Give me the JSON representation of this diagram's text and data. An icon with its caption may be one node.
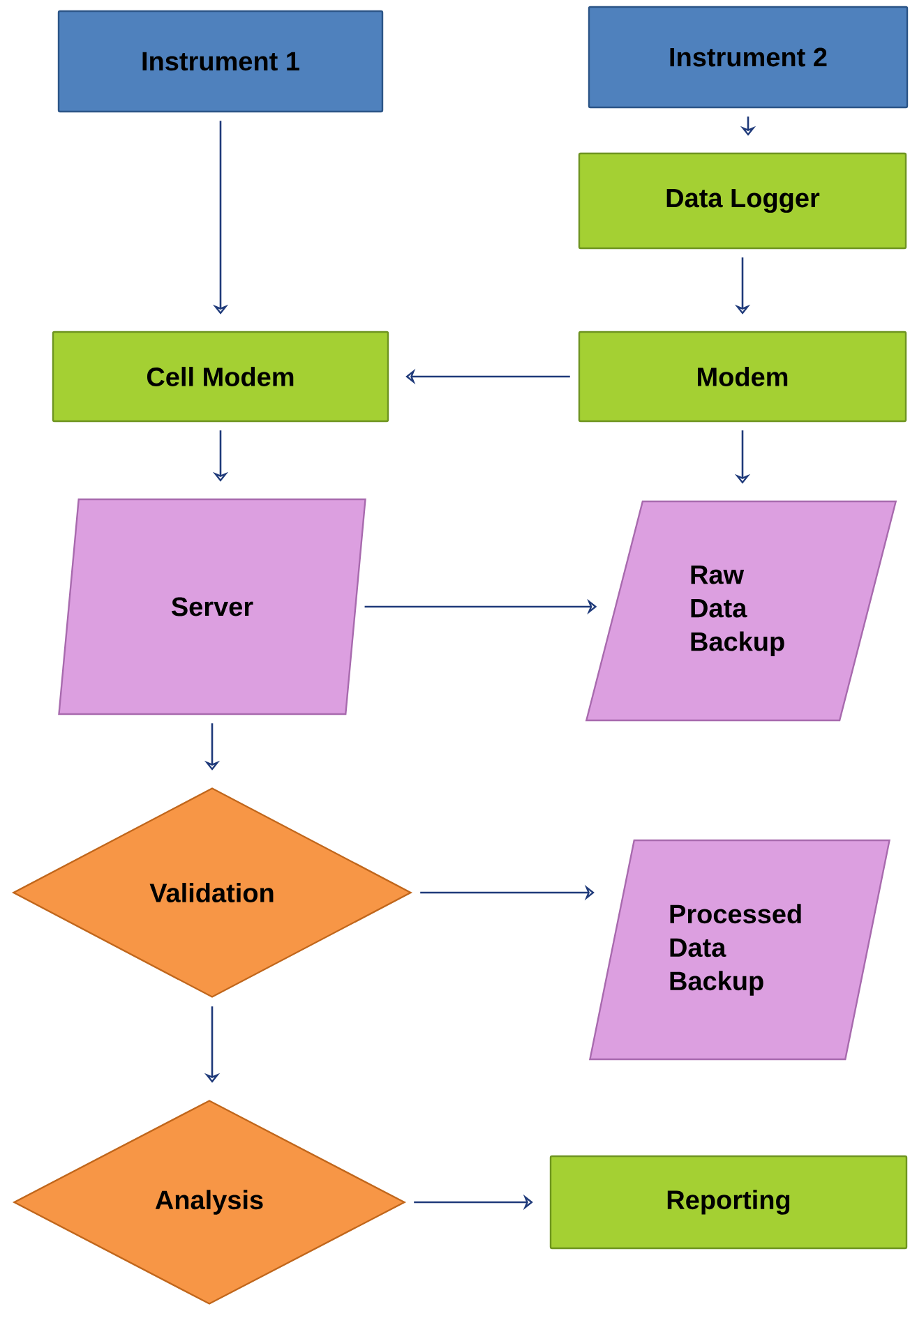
{
  "diagram": {
    "nodes": [
      {
        "text": [
          "Instrument 1"
        ]
      },
      {
        "text": [
          "Instrument 2"
        ]
      },
      {
        "text": [
          "Data Logger"
        ]
      },
      {
        "text": [
          "Cell Modem"
        ]
      },
      {
        "text": [
          "Modem"
        ]
      },
      {
        "text": [
          "Server"
        ]
      },
      {
        "text": [
          "Raw Data Backup"
        ]
      },
      {
        "text": [
          "Validation"
        ]
      },
      {
        "text": [
          "Processed Data Backup"
        ]
      },
      {
        "text": [
          "Analysis"
        ]
      },
      {
        "text": [
          "Reporting"
        ]
      }
    ],
    "edges": [
      {
        "from": 0,
        "to": 3,
        "arrow": "to"
      },
      {
        "from": 1,
        "to": 2,
        "arrow": "to"
      },
      {
        "from": 2,
        "to": 4,
        "arrow": "to"
      },
      {
        "from": 4,
        "to": 3,
        "arrow": "to"
      },
      {
        "from": 3,
        "to": 5,
        "arrow": "to"
      },
      {
        "from": 4,
        "to": 6,
        "arrow": "to"
      },
      {
        "from": 5,
        "to": 6,
        "arrow": "to"
      },
      {
        "from": 5,
        "to": 7,
        "arrow": "to"
      },
      {
        "from": 7,
        "to": 8,
        "arrow": "to"
      },
      {
        "from": 7,
        "to": 9,
        "arrow": "to"
      },
      {
        "from": 9,
        "to": 10,
        "arrow": "to"
      }
    ]
  }
}
